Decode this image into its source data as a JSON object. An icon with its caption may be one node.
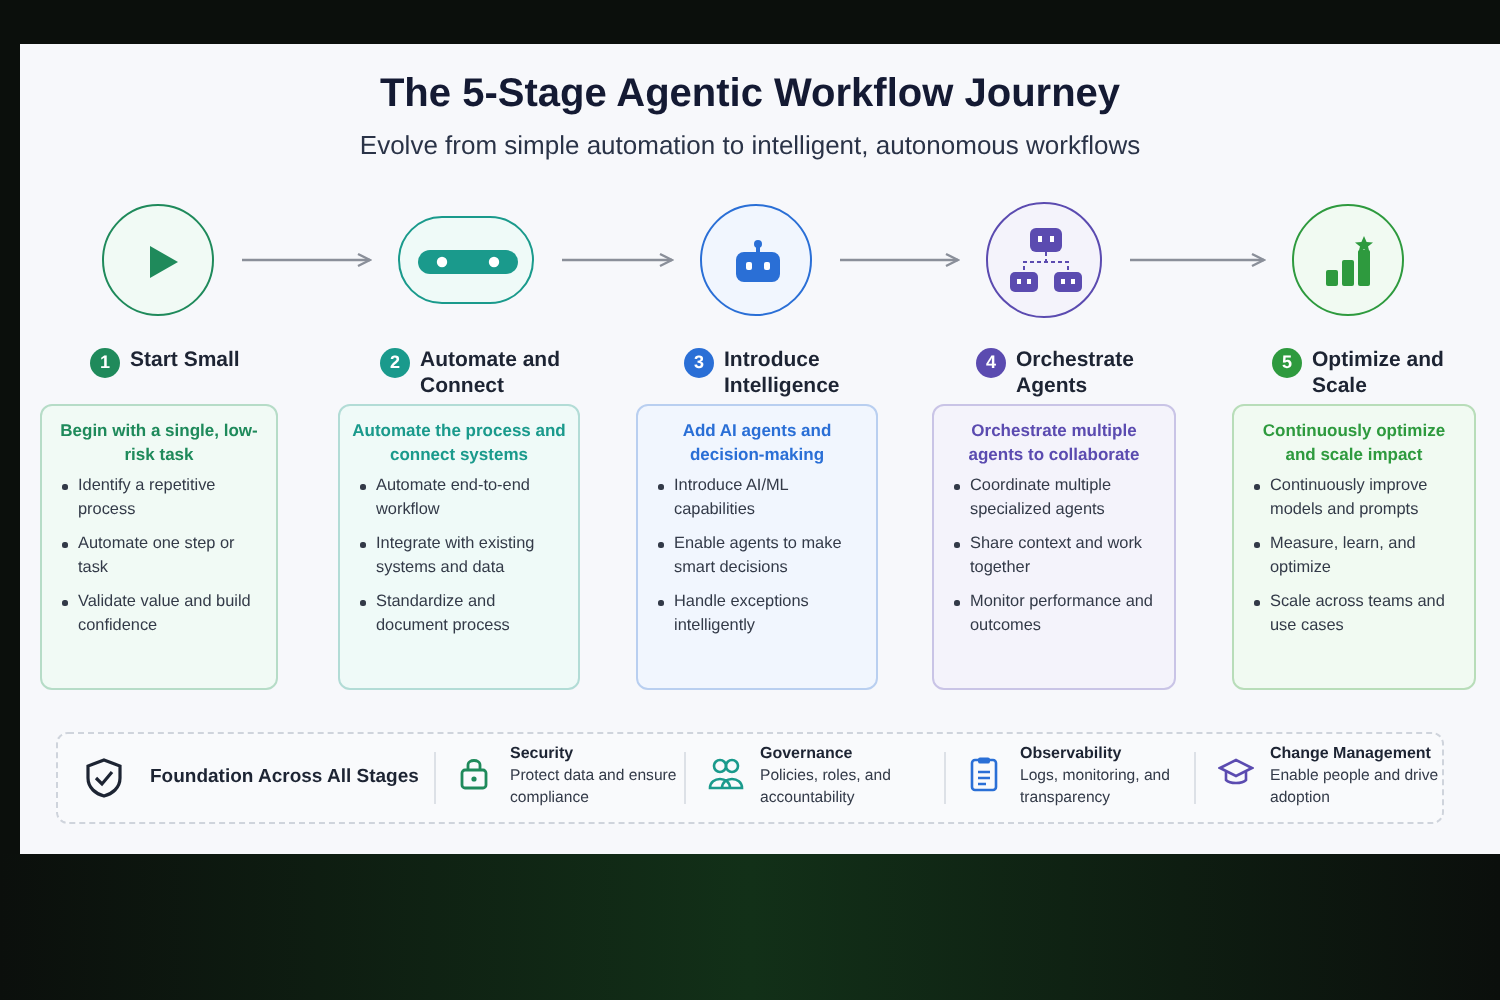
{
  "diagram": {
    "title": "The 5-Stage Agentic Workflow Journey",
    "nodes": [
      {
        "text": [],
        "shape": "circle"
      },
      {
        "text": [],
        "shape": "box"
      },
      {
        "text": [],
        "shape": "circle"
      },
      {
        "text": [],
        "shape": "circle"
      },
      {
        "text": [],
        "shape": "circle"
      },
      {
        "text": [
          "Begin with a single, low-risk task",
          "Identify a repetitive process",
          "Automate one step or task",
          "Validate value and build confidence"
        ],
        "beside": [
          "1",
          "Start Small"
        ]
      },
      {
        "text": [
          "Automate the process and connect systems",
          "Automate end-to-end workflow",
          "Integrate with existing systems and data",
          "Standardize and document process"
        ],
        "beside": [
          "2",
          "Automate and Connect"
        ]
      },
      {
        "text": [
          "Add AI agents and decision-making",
          "Introduce AI/ML capabilities",
          "Enable agents to make smart decisions",
          "Handle exceptions intelligently"
        ],
        "beside": [
          "3",
          "Introduce Intelligence"
        ]
      },
      {
        "text": [
          "Orchestrate multiple agents to collaborate",
          "Coordinate multiple specialized agents",
          "Share context and work together",
          "Monitor performance and outcomes"
        ],
        "beside": [
          "4",
          "Orchestrate Agents"
        ]
      },
      {
        "text": [
          "Continuously optimize and scale impact",
          "Continuously improve models and prompts",
          "Measure, learn, and optimize",
          "Scale across teams and use cases"
        ],
        "beside": [
          "5",
          "Optimize and Scale"
        ]
      },
      {
        "text": [
          "Foundation Across All Stages"
        ]
      },
      {
        "text": [
          "Security",
          "Protect data and ensure compliance"
        ],
        "in": 10
      },
      {
        "text": [
          "Governance",
          "Policies, roles, and accountability"
        ],
        "in": 10
      },
      {
        "text": [
          "Observability",
          "Logs, monitoring, and transparency"
        ],
        "in": 10
      },
      {
        "text": [
          "Change Management",
          "Enable people and drive adoption"
        ],
        "in": 10
      }
    ],
    "edges": [
      {
        "from": 0,
        "to": 1,
        "arrow": "to"
      },
      {
        "from": 1,
        "to": 2,
        "arrow": "to"
      },
      {
        "from": 2,
        "to": 3,
        "arrow": "to"
      },
      {
        "from": 3,
        "to": 4,
        "arrow": "to"
      }
    ],
    "labels": [
      "Evolve from simple automation to intelligent, autonomous workflows"
    ]
  }
}
